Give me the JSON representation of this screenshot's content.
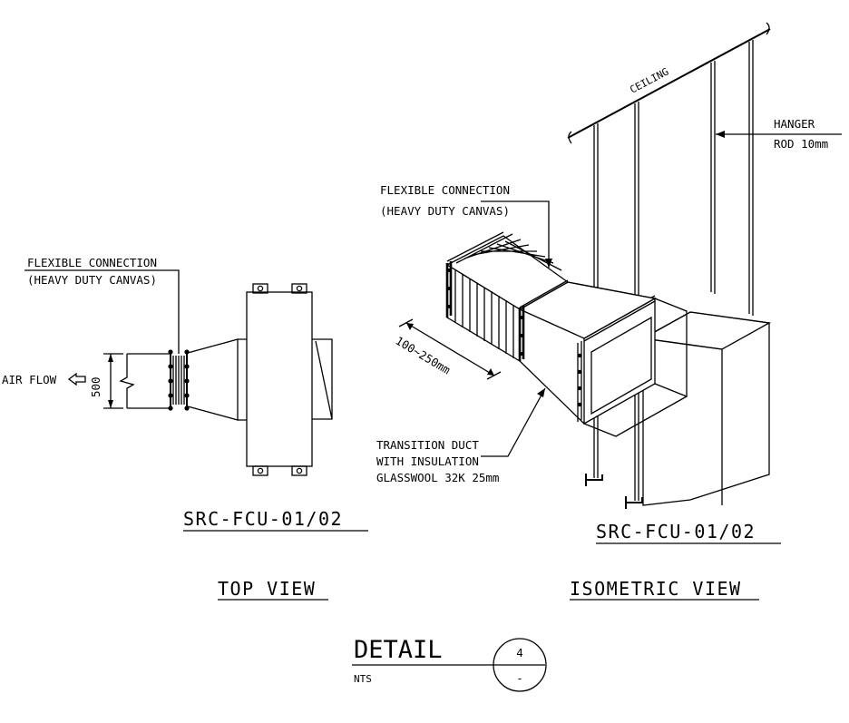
{
  "top_view": {
    "flex_label_line1": "FLEXIBLE CONNECTION",
    "flex_label_line2": "(HEAVY DUTY CANVAS)",
    "air_flow_label": "AIR FLOW",
    "dimension_label": "500",
    "tag": "SRC-FCU-01/02",
    "title": "TOP VIEW"
  },
  "isometric_view": {
    "ceiling_label": "CEILING",
    "hanger_line1": "HANGER",
    "hanger_line2": "ROD 10mm",
    "flex_label_line1": "FLEXIBLE CONNECTION",
    "flex_label_line2": "(HEAVY DUTY CANVAS)",
    "length_label": "100~250mm",
    "transition_line1": "TRANSITION DUCT",
    "transition_line2": "WITH INSULATION",
    "transition_line3": "GLASSWOOL 32K 25mm",
    "tag": "SRC-FCU-01/02",
    "title": "ISOMETRIC VIEW"
  },
  "detail": {
    "title": "DETAIL",
    "scale": "NTS",
    "number": "4",
    "sheet": "-"
  }
}
